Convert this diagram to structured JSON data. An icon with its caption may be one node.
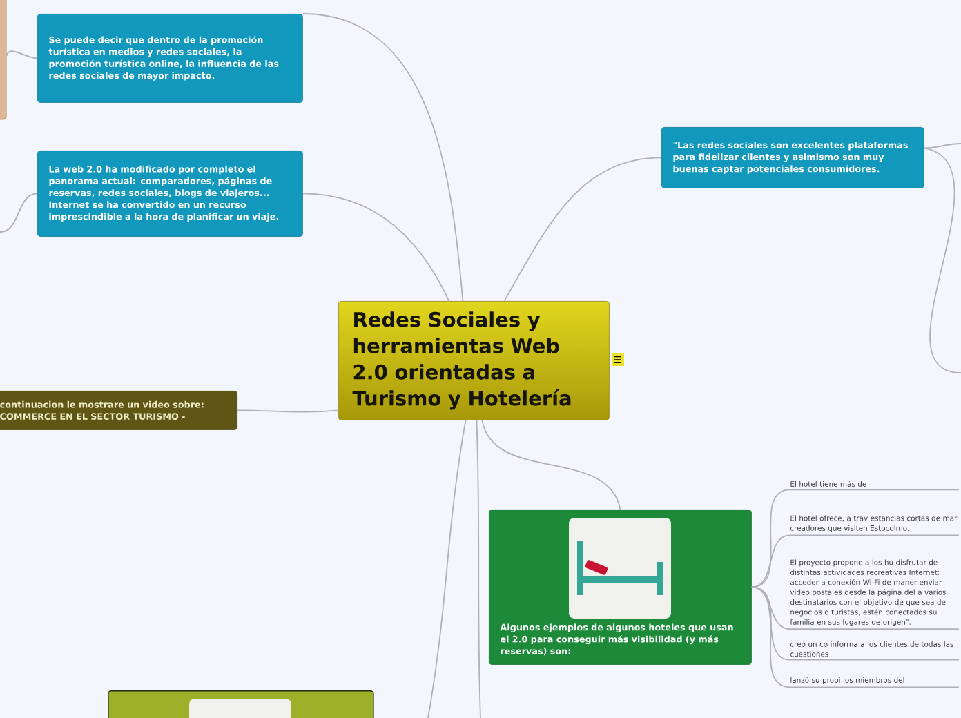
{
  "diagram": {
    "nodes": [
      {
        "text": [
          "Redes Sociales y herramientas Web 2.0 orientadas a Turismo y Hotelería"
        ]
      },
      {
        "text": [
          "Se puede decir que dentro de la promoción turística en medios y redes sociales, la promoción turística online, la influencia de las redes sociales de mayor impacto."
        ]
      },
      {
        "text": [
          "La web 2.0 ha modificado por completo el panorama actual: comparadores, páginas de reservas, redes sociales, blogs de viajeros... Internet se ha convertido en un recurso imprescindible a la hora de planificar un viaje."
        ]
      },
      {
        "text": [
          "continuacion le mostrare un video sobre: COMMERCE EN EL SECTOR TURISMO -"
        ]
      },
      {
        "text": [
          "\"Las redes sociales son excelentes plataformas para fidelizar clientes y asimismo son muy buenas captar potenciales consumidores."
        ]
      },
      {
        "text": [
          "Algunos ejemplos de algunos hoteles que usan el 2.0 para conseguir más visibilidad (y más reservas) son:"
        ]
      },
      {
        "text": [
          "El hotel tiene más de"
        ]
      },
      {
        "text": [
          "El hotel ofrece, a trav estancias cortas de mar creadores que visiten Estocolmo."
        ]
      },
      {
        "text": [
          "El proyecto propone a los hu disfrutar de distintas actividades recreativas Internet: acceder a conexión Wi-Fi de maner enviar video postales desde la página del a varios destinatarios con el objetivo de que sea de negocios o turistas, estén conectados su familia en sus lugares de origen\"."
        ]
      },
      {
        "text": [
          "creó un co informa a los clientes de todas las cuestiones"
        ]
      },
      {
        "text": [
          "lanzó su propi los miembros del"
        ]
      },
      {
        "text": [],
        "shape": "box"
      },
      {
        "text": [],
        "shape": "box"
      }
    ],
    "edges": [
      {
        "from": 0,
        "to": 1,
        "arrow": "none"
      },
      {
        "from": 0,
        "to": 2,
        "arrow": "none"
      },
      {
        "from": 0,
        "to": 3,
        "arrow": "none"
      },
      {
        "from": 0,
        "to": 4,
        "arrow": "none"
      },
      {
        "from": 0,
        "to": 5,
        "arrow": "none"
      },
      {
        "from": 0,
        "to": null,
        "arrow": "none"
      },
      {
        "from": 0,
        "to": null,
        "arrow": "none"
      },
      {
        "from": 5,
        "to": 6,
        "arrow": "none"
      },
      {
        "from": 5,
        "to": 7,
        "arrow": "none"
      },
      {
        "from": 5,
        "to": 8,
        "arrow": "none"
      },
      {
        "from": 5,
        "to": 9,
        "arrow": "none"
      },
      {
        "from": 5,
        "to": 10,
        "arrow": "none"
      },
      {
        "from": 1,
        "to": 12,
        "arrow": "none"
      },
      {
        "from": 2,
        "to": null,
        "arrow": "none"
      },
      {
        "from": 4,
        "to": null,
        "arrow": "none"
      },
      {
        "from": 4,
        "to": null,
        "arrow": "none"
      }
    ]
  }
}
